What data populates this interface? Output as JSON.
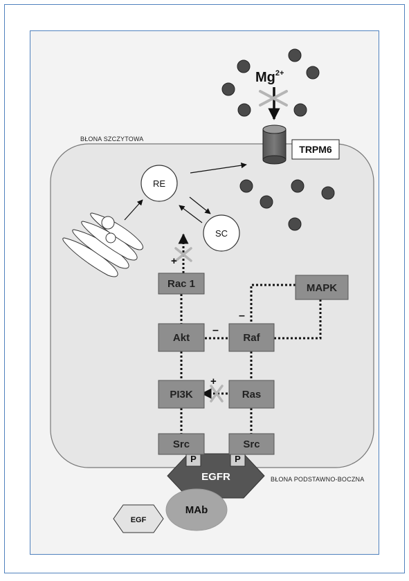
{
  "colors": {
    "frame_border": "#4f81bd",
    "frame_fill": "#f3f3f3",
    "cell_fill": "#e6e6e6",
    "cell_border": "#777777",
    "box_fill": "#8e8e8e",
    "dark": "#4a4a4a",
    "inhibit_x": "#b5b5b5",
    "egfr_fill": "#555555",
    "mab_fill": "#a6a6a6"
  },
  "labels": {
    "apical_membrane": "BŁONA SZCZYTOWA",
    "basolateral_membrane": "BŁONA PODSTAWNO-BOCZNA",
    "ion_base": "Mg",
    "ion_charge": "2+",
    "channel": "TRPM6",
    "re": "RE",
    "sc": "SC",
    "rac1": "Rac 1",
    "mapk": "MAPK",
    "akt": "Akt",
    "raf": "Raf",
    "pi3k": "PI3K",
    "ras": "Ras",
    "src_left": "Src",
    "src_right": "Src",
    "phospho_left": "P",
    "phospho_right": "P",
    "egfr": "EGFR",
    "mab": "MAb",
    "egf": "EGF",
    "sign_plus_rac": "+",
    "sign_minus_akt_raf": "–",
    "sign_minus_raf": "–",
    "sign_plus_ras": "+"
  }
}
